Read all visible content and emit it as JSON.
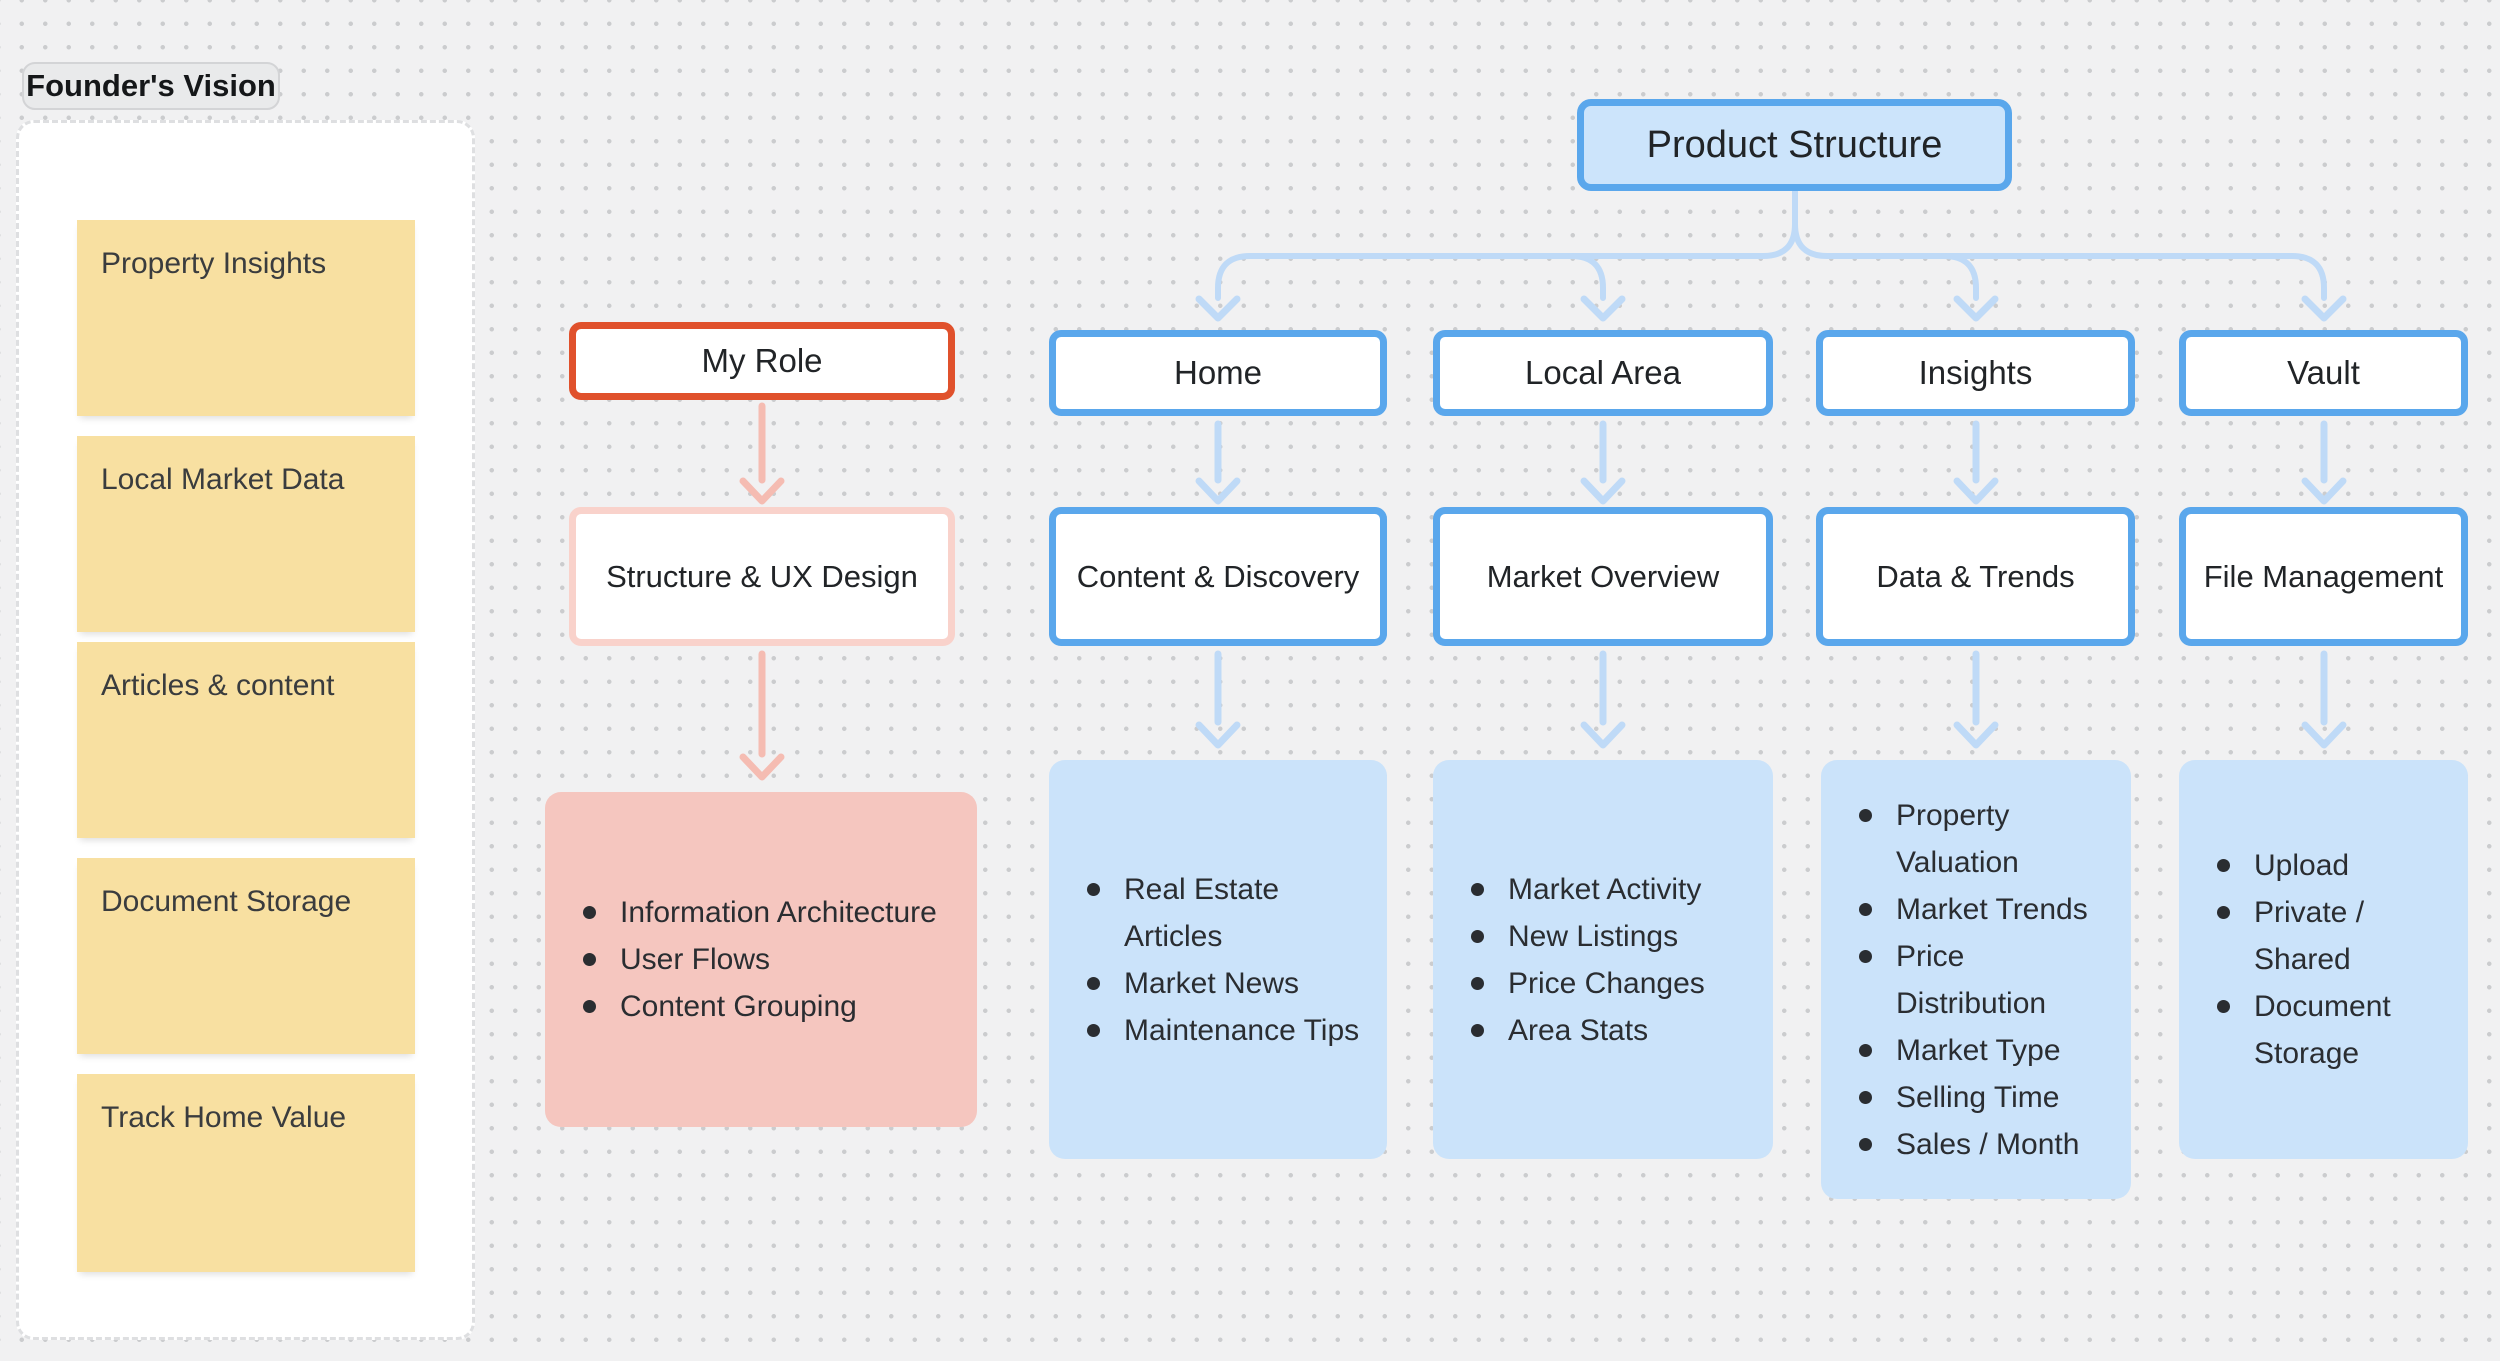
{
  "board": {
    "vision_label": "Founder's Vision"
  },
  "vision_notes": [
    "Property Insights",
    "Local Market Data",
    "Articles & content",
    "Document Storage",
    "Track Home Value"
  ],
  "root": {
    "title": "Product Structure"
  },
  "my_role": {
    "title": "My Role",
    "sub": "Structure & UX Design",
    "bullets": [
      "Information Architecture",
      "User Flows",
      "Content Grouping"
    ]
  },
  "columns": [
    {
      "title": "Home",
      "sub": "Content & Discovery",
      "bullets": [
        "Real Estate Articles",
        "Market News",
        "Maintenance Tips"
      ]
    },
    {
      "title": "Local Area",
      "sub": "Market Overview",
      "bullets": [
        "Market Activity",
        "New Listings",
        "Price Changes",
        "Area Stats"
      ]
    },
    {
      "title": "Insights",
      "sub": "Data & Trends",
      "bullets": [
        "Property Valuation",
        "Market Trends",
        "Price Distribution",
        "Market Type",
        "Selling Time",
        "Sales / Month"
      ]
    },
    {
      "title": "Vault",
      "sub": "File Management",
      "bullets": [
        "Upload",
        "Private / Shared",
        "Document Storage"
      ]
    }
  ],
  "colors": {
    "canvas_bg": "#F1F1F2",
    "dot": "#CBCCCE",
    "panel_border": "#DEDFE1",
    "label_bg": "#E9EAEB",
    "label_border": "#D3D4D6",
    "note_yellow": "#F8E0A1",
    "blue_border": "#5AA7EC",
    "blue_fill_light": "#CCE4FB",
    "blue_bullet_fill": "#CBE3FA",
    "blue_arrow": "#BFDAF7",
    "red_border": "#E0512C",
    "pink_border": "#F9D2CB",
    "pink_arrow": "#F5BCB2",
    "pink_fill": "#F5C6BF",
    "text_dark": "#25282C"
  }
}
